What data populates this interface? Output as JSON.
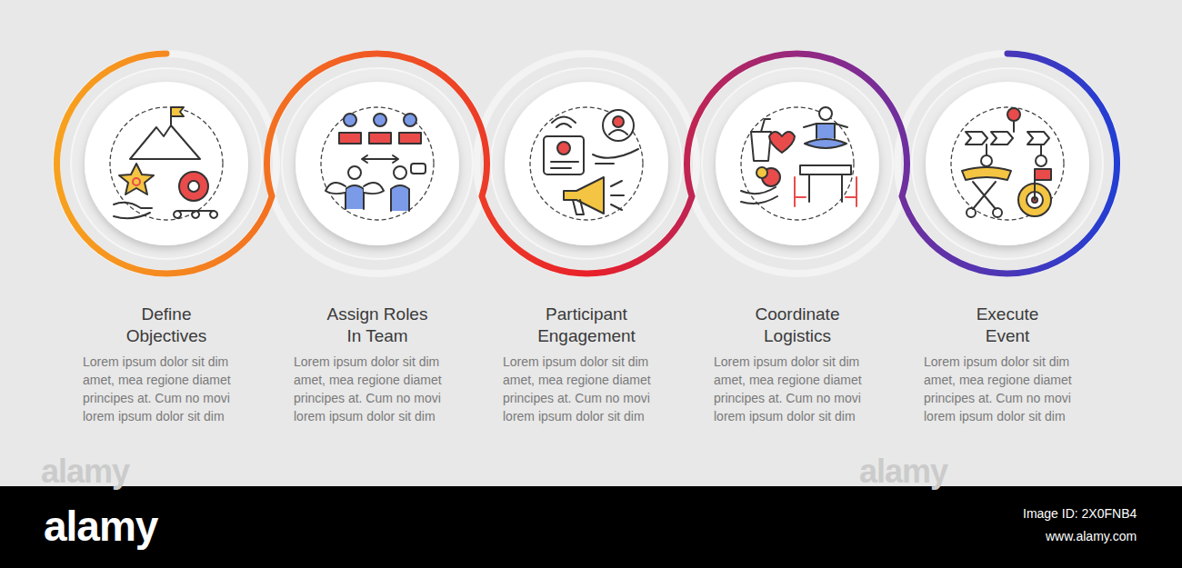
{
  "diagram": {
    "nodes": [
      {
        "text": [
          "Define Objectives",
          "Lorem ipsum dolor sit dim amet, mea regione diamet principes at. Cum no movi lorem ipsum dolor sit dim"
        ]
      },
      {
        "text": [
          "Assign Roles In Team",
          "Lorem ipsum dolor sit dim amet, mea regione diamet principes at. Cum no movi lorem ipsum dolor sit dim"
        ]
      },
      {
        "text": [
          "Participant Engagement",
          "Lorem ipsum dolor sit dim amet, mea regione diamet principes at. Cum no movi lorem ipsum dolor sit dim"
        ]
      },
      {
        "text": [
          "Coordinate Logistics",
          "Lorem ipsum dolor sit dim amet, mea regione diamet principes at. Cum no movi lorem ipsum dolor sit dim"
        ]
      },
      {
        "text": [
          "Execute Event",
          "Lorem ipsum dolor sit dim amet, mea regione diamet principes at. Cum no movi lorem ipsum dolor sit dim"
        ]
      }
    ],
    "labels": [
      "alamy",
      "alamy",
      "alamy",
      "Image ID: 2X0FNB4",
      "www.alamy.com"
    ]
  }
}
